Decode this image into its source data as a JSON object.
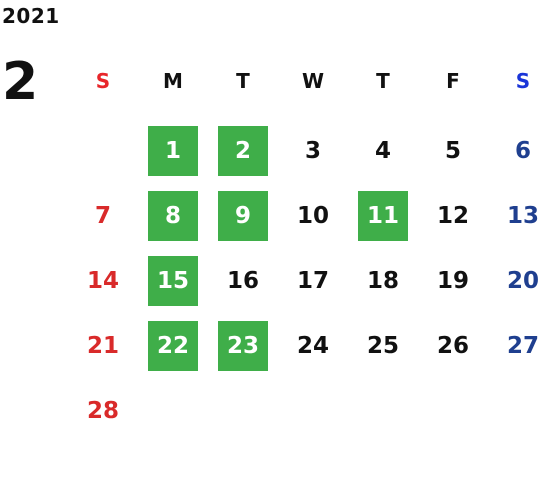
{
  "year": "2021",
  "month": "2",
  "weekdays": [
    "S",
    "M",
    "T",
    "W",
    "T",
    "F",
    "S"
  ],
  "colors": {
    "sunday": "#d92a2a",
    "saturday": "#1f3f8f",
    "highlight": "#3fae49",
    "text": "#111111"
  },
  "weeks": [
    [
      "",
      "1",
      "2",
      "3",
      "4",
      "5",
      "6"
    ],
    [
      "7",
      "8",
      "9",
      "10",
      "11",
      "12",
      "13"
    ],
    [
      "14",
      "15",
      "16",
      "17",
      "18",
      "19",
      "20"
    ],
    [
      "21",
      "22",
      "23",
      "24",
      "25",
      "26",
      "27"
    ],
    [
      "28",
      "",
      "",
      "",
      "",
      "",
      ""
    ]
  ],
  "highlighted_days": [
    "1",
    "2",
    "8",
    "9",
    "11",
    "15",
    "22",
    "23"
  ]
}
